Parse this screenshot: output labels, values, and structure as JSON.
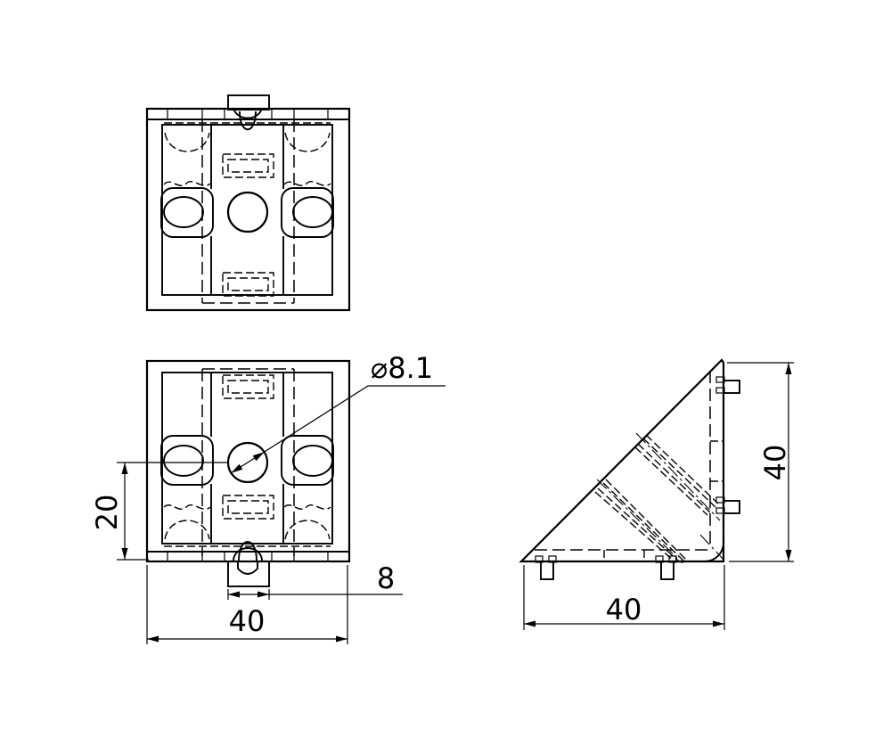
{
  "drawing": {
    "background": "#ffffff",
    "line_color": "#000000",
    "views": {
      "top_view": {
        "name": "top-view"
      },
      "front_view": {
        "name": "front-view",
        "dims": {
          "hole_diameter": "⌀8.1",
          "center_height": "20",
          "tab_width": "8",
          "overall_width": "40"
        }
      },
      "side_view": {
        "name": "side-view",
        "dims": {
          "height": "40",
          "width": "40"
        }
      }
    }
  }
}
